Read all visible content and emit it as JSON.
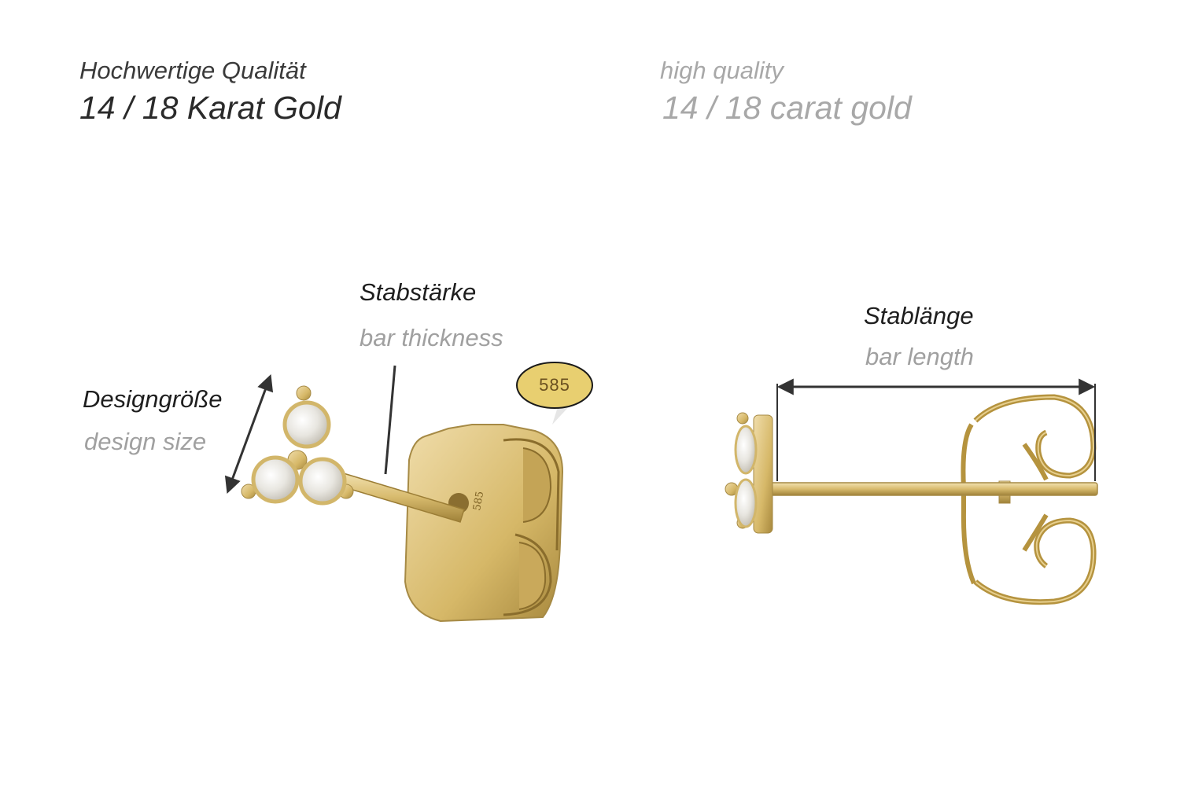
{
  "header": {
    "de": {
      "subtitle": "Hochwertige Qualität",
      "title": "14 / 18 Karat Gold"
    },
    "en": {
      "subtitle": "high quality",
      "title": "14 / 18 carat gold"
    }
  },
  "labels": {
    "bar_thickness": {
      "de": "Stabstärke",
      "en": "bar thickness"
    },
    "design_size": {
      "de": "Designgröße",
      "en": "design size"
    },
    "bar_length": {
      "de": "Stablänge",
      "en": "bar length"
    }
  },
  "stamp": {
    "text": "585",
    "background": "#e8cf70"
  },
  "colors": {
    "gold": "#d8bb6e",
    "gold_dark": "#a8893c",
    "arrow": "#333333"
  }
}
